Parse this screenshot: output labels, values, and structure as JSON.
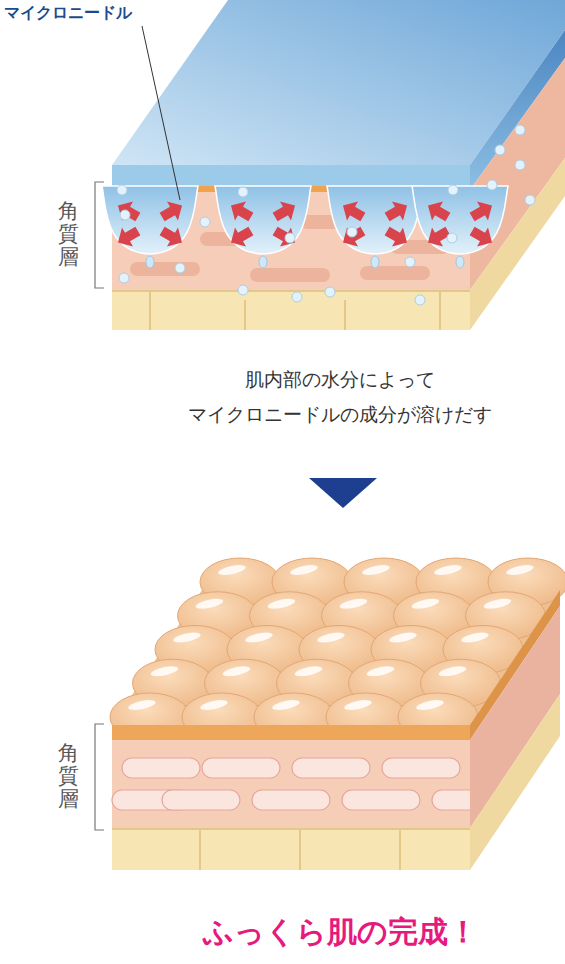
{
  "diagram": {
    "caption": "ふっくら肌の完成！",
    "labels": [
      "マイクロニードル",
      "角質層",
      "肌内部の水分によって マイクロニードルの成分が溶けだす",
      "角質層"
    ]
  }
}
